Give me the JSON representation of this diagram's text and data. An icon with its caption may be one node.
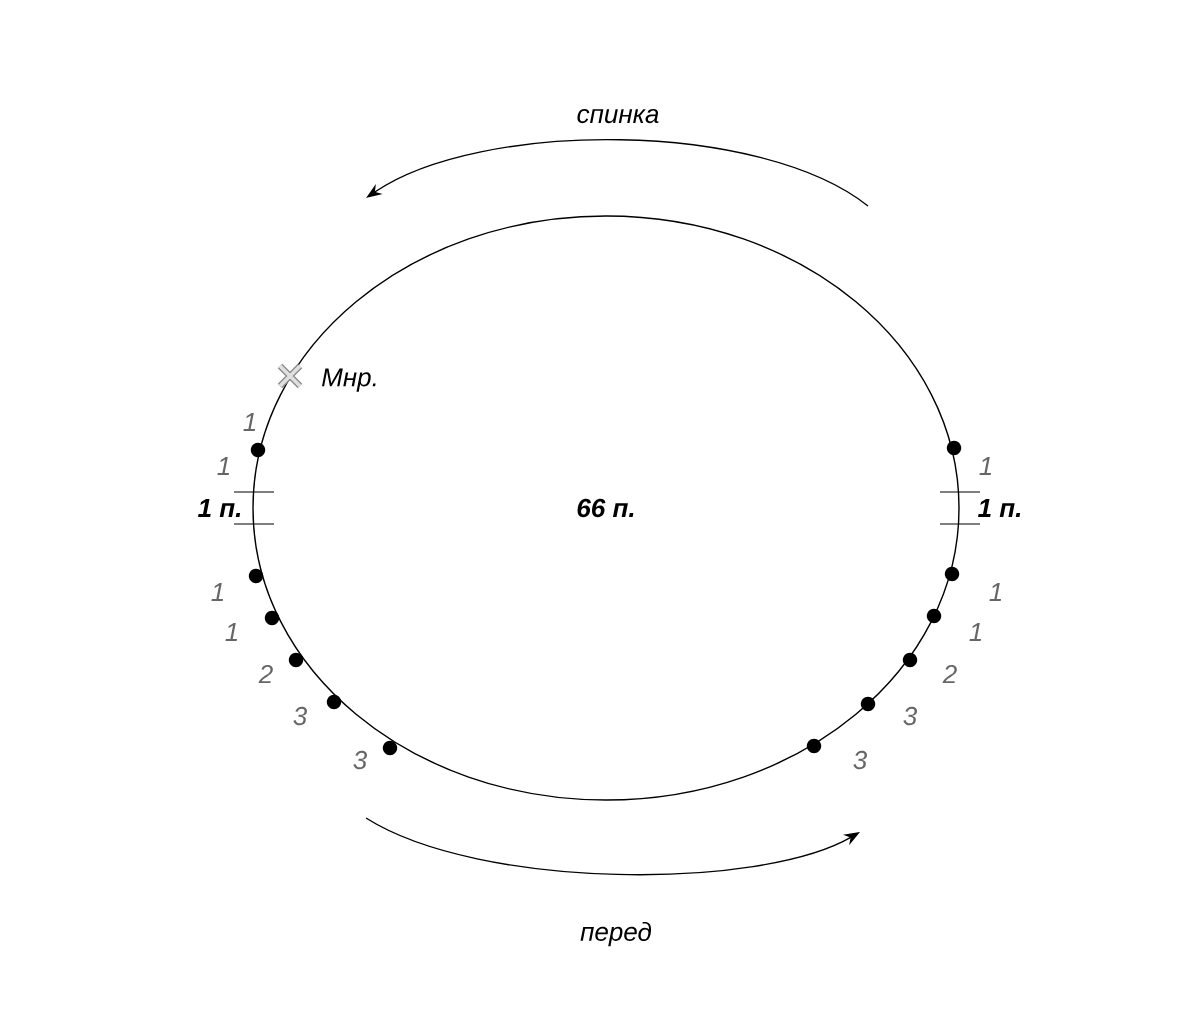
{
  "diagram": {
    "nodes": [
      {
        "text": [
          "66 п."
        ]
      }
    ],
    "edges": [],
    "labels": [
      "спинка",
      "Мнр.",
      "1",
      "1",
      "1",
      "1 п.",
      "1 п.",
      "1",
      "1",
      "1",
      "1",
      "2",
      "2",
      "3",
      "3",
      "3",
      "3",
      "перед"
    ]
  }
}
